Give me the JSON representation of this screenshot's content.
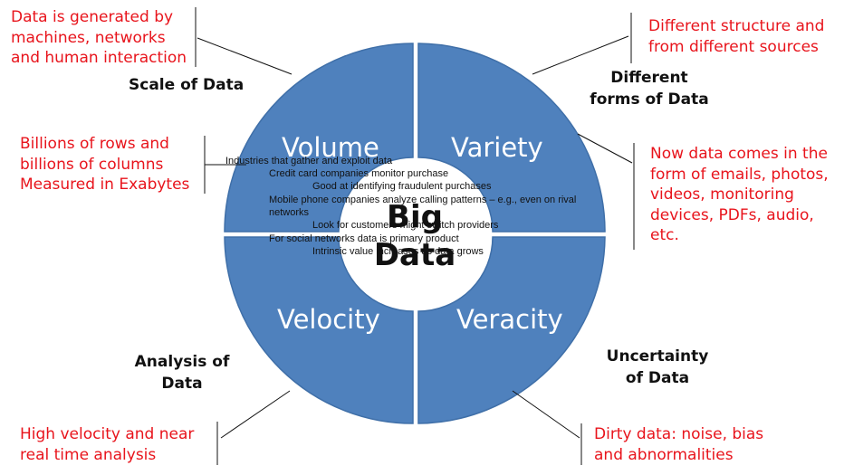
{
  "center": {
    "line1": "Big",
    "line2": "Data"
  },
  "colors": {
    "wheel": "#4f81bd",
    "wheel_stroke": "#3f6fa8",
    "annotation": "#e8141c",
    "connector": "#111111"
  },
  "quadrants": {
    "volume": {
      "label": "Volume",
      "heading": "Scale of Data",
      "notes": [
        [
          "Data is generated by",
          "machines, networks",
          "and human interaction"
        ],
        [
          "Billions of rows and",
          "billions of columns",
          "Measured in Exabytes"
        ]
      ]
    },
    "variety": {
      "label": "Variety",
      "heading": [
        "Different",
        "forms of Data"
      ],
      "notes": [
        [
          "Different structure and",
          "from different sources"
        ],
        [
          "Now data comes in the",
          "form of emails, photos,",
          "videos, monitoring",
          "devices, PDFs, audio,",
          "etc."
        ]
      ]
    },
    "velocity": {
      "label": "Velocity",
      "heading": [
        "Analysis of",
        "Data"
      ],
      "notes": [
        [
          "High velocity and near",
          "real time analysis"
        ]
      ]
    },
    "veracity": {
      "label": "Veracity",
      "heading": [
        "Uncertainty",
        "of Data"
      ],
      "notes": [
        [
          "Dirty data: noise, bias",
          "and abnormalities"
        ]
      ]
    }
  },
  "overlay_text": [
    "Industries that gather and exploit data",
    "Credit card companies monitor purchase",
    "Good at identifying fraudulent purchases",
    "Mobile phone companies analyze calling patterns – e.g., even on rival",
    "networks",
    "Look for customers might switch providers",
    "For social networks data is primary product",
    "Intrinsic value increases as data grows"
  ]
}
